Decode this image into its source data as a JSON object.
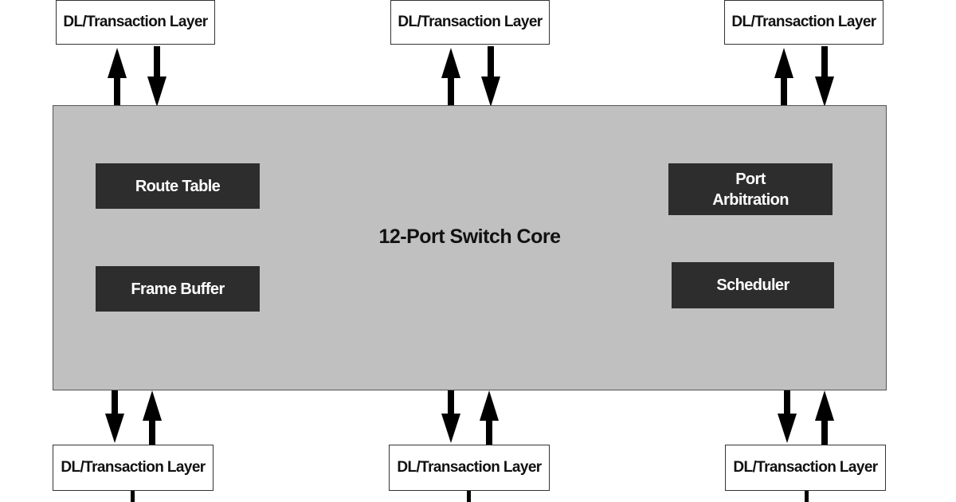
{
  "core": {
    "title": "12-Port Switch Core",
    "blocks": {
      "route_table": "Route Table",
      "frame_buffer": "Frame Buffer",
      "port_arbitration": "Port\nArbitration",
      "scheduler": "Scheduler"
    }
  },
  "top_layers": [
    {
      "label": "DL/Transaction Layer"
    },
    {
      "label": "DL/Transaction Layer"
    },
    {
      "label": "DL/Transaction Layer"
    }
  ],
  "bottom_layers": [
    {
      "label": "DL/Transaction Layer"
    },
    {
      "label": "DL/Transaction Layer"
    },
    {
      "label": "DL/Transaction Layer"
    }
  ],
  "colors": {
    "core_fill": "#c0c0c0",
    "block_fill": "#2d2d2d",
    "block_text": "#ffffff",
    "arrow": "#000000"
  }
}
